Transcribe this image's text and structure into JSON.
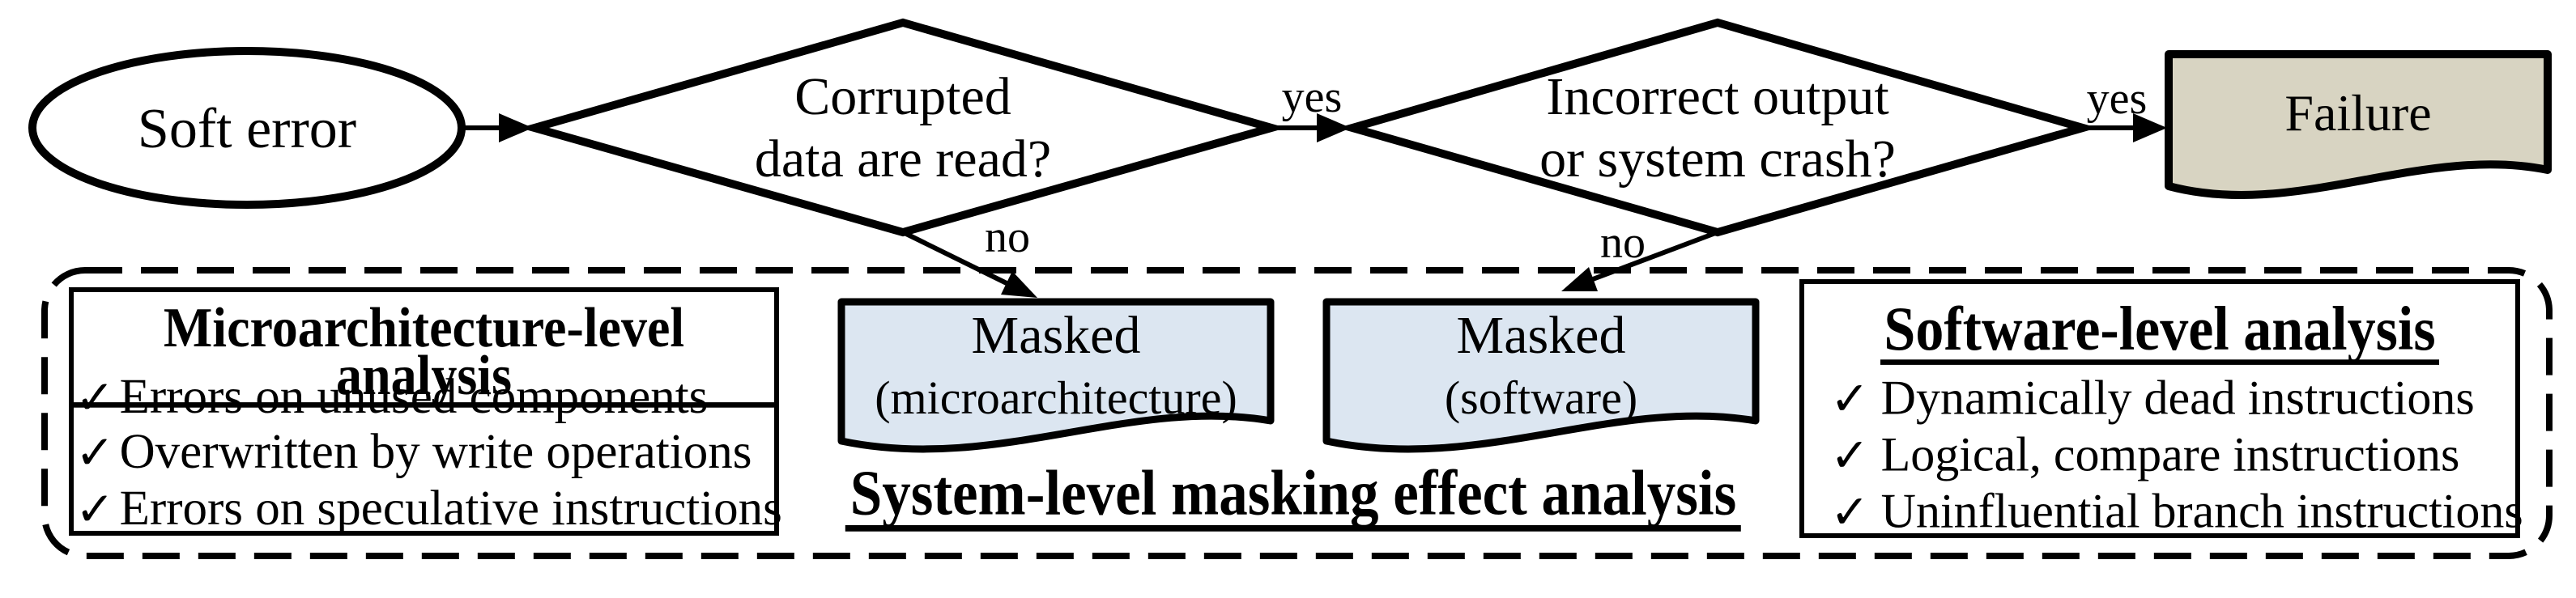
{
  "figure": {
    "nodes": {
      "start": {
        "label": "Soft error"
      },
      "decision1": {
        "line1": "Corrupted",
        "line2": "data are read?"
      },
      "decision2": {
        "line1": "Incorrect output",
        "line2": "or system crash?"
      },
      "failure": {
        "label": "Failure"
      },
      "masked_micro": {
        "line1": "Masked",
        "line2": "(microarchitecture)"
      },
      "masked_software": {
        "line1": "Masked",
        "line2": "(software)"
      }
    },
    "edge_labels": {
      "yes1": "yes",
      "yes2": "yes",
      "no1": "no",
      "no2": "no"
    },
    "container": {
      "title": "System-level masking effect analysis",
      "check_glyph": "✓",
      "micro_box": {
        "heading": "Microarchitecture-level analysis",
        "items": [
          "Errors on unused components",
          "Overwritten by write operations",
          "Errors on speculative instructions"
        ]
      },
      "software_box": {
        "heading": "Software-level analysis",
        "items": [
          "Dynamically dead instructions",
          "Logical, compare instructions",
          "Uninfluential branch instructions"
        ]
      }
    },
    "colors": {
      "failure_fill": "#d8d4c2",
      "masked_fill": "#dce6f1",
      "stroke": "#000000"
    }
  }
}
